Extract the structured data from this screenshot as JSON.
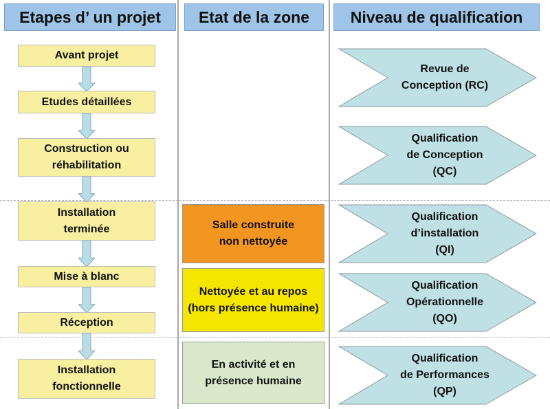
{
  "headers": {
    "steps": "Etapes d’ un projet",
    "zone": "Etat de la zone",
    "qualification": "Niveau de qualification"
  },
  "steps": [
    {
      "label": "Avant projet"
    },
    {
      "label": "Etudes détaillées"
    },
    {
      "label": "Construction ou réhabilitation"
    },
    {
      "label": "Installation terminée"
    },
    {
      "label": "Mise à blanc"
    },
    {
      "label": "Réception"
    },
    {
      "label": "Installation fonctionnelle"
    }
  ],
  "states": [
    {
      "label": "Salle construite non nettoyée",
      "color": "#f39621"
    },
    {
      "label": "Nettoyée et au repos (hors présence humaine)",
      "color": "#f5e600"
    },
    {
      "label": "En activité et en présence humaine",
      "color": "#d9e8cb"
    }
  ],
  "qualifications": [
    {
      "line1": "Revue de",
      "line2": "Conception (RC)",
      "line3": ""
    },
    {
      "line1": "Qualification",
      "line2": "de Conception",
      "line3": "(QC)"
    },
    {
      "line1": "Qualification",
      "line2": "d’installation",
      "line3": "(QI)"
    },
    {
      "line1": "Qualification",
      "line2": "Opérationnelle",
      "line3": "(QO)"
    },
    {
      "line1": "Qualification",
      "line2": "de Performances",
      "line3": "(QP)"
    }
  ],
  "colors": {
    "header": "#9ec5e8",
    "step": "#f8f0a0",
    "arrow": "#b9dde4",
    "chevron": "#bfe0e4"
  }
}
